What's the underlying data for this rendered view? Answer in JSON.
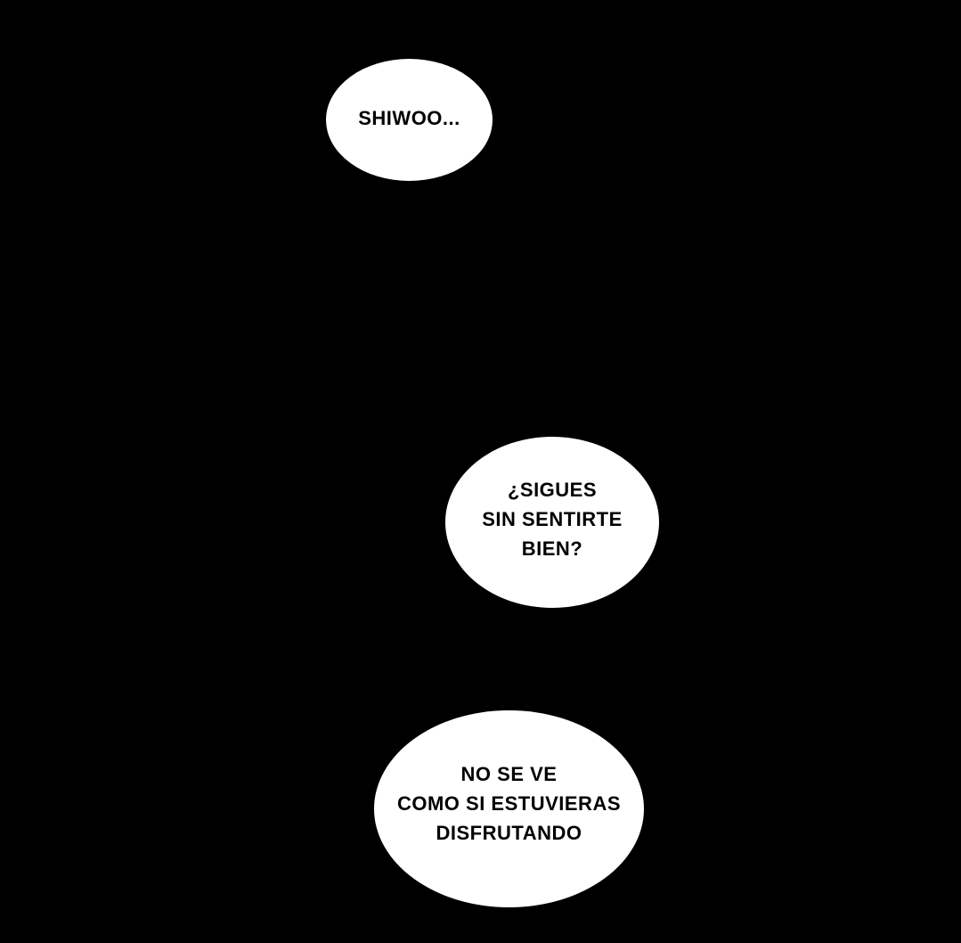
{
  "panel": {
    "background_color": "#000000",
    "bubble_color": "#ffffff",
    "text_color": "#000000"
  },
  "bubbles": [
    {
      "text": "SHIWOO..."
    },
    {
      "text": "¿SIGUES\nSIN SENTIRTE\nBIEN?"
    },
    {
      "text": "NO SE VE\nCOMO SI ESTUVIERAS\nDISFRUTANDO"
    }
  ]
}
